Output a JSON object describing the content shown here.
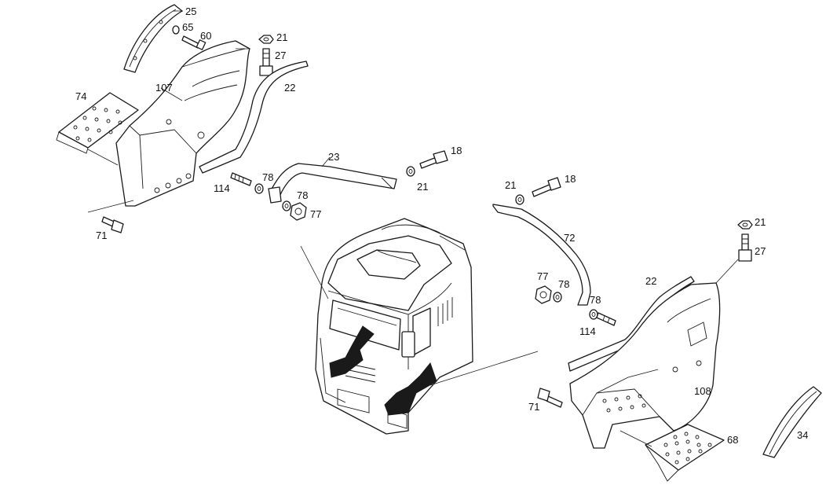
{
  "labels": {
    "l25": "25",
    "l65": "65",
    "l60": "60",
    "l21a": "21",
    "l27a": "27",
    "l22a": "22",
    "l107": "107",
    "l74": "74",
    "l23": "23",
    "l18a": "18",
    "l21b": "21",
    "l114a": "114",
    "l78a": "78",
    "l78b": "78",
    "l77a": "77",
    "l71a": "71",
    "l21c": "21",
    "l18b": "18",
    "l72": "72",
    "l21d": "21",
    "l27b": "27",
    "l77b": "77",
    "l78c": "78",
    "l78d": "78",
    "l114b": "114",
    "l22b": "22",
    "l108": "108",
    "l71b": "71",
    "l68": "68",
    "l34": "34"
  }
}
